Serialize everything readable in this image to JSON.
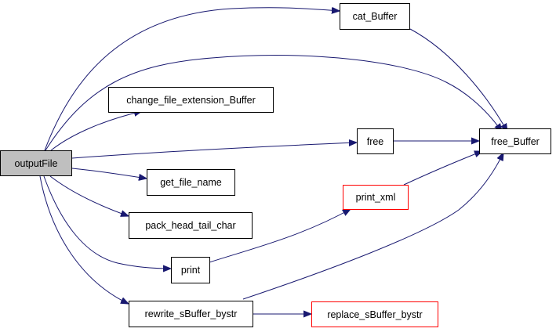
{
  "graph": {
    "nodes": {
      "outputFile": {
        "label": "outputFile",
        "style": "root"
      },
      "cat_Buffer": {
        "label": "cat_Buffer",
        "style": "normal"
      },
      "change_file_extension_Buffer": {
        "label": "change_file_extension_Buffer",
        "style": "normal"
      },
      "free": {
        "label": "free",
        "style": "normal"
      },
      "free_Buffer": {
        "label": "free_Buffer",
        "style": "normal"
      },
      "get_file_name": {
        "label": "get_file_name",
        "style": "normal"
      },
      "print_xml": {
        "label": "print_xml",
        "style": "red"
      },
      "pack_head_tail_char": {
        "label": "pack_head_tail_char",
        "style": "normal"
      },
      "print": {
        "label": "print",
        "style": "normal"
      },
      "rewrite_sBuffer_bystr": {
        "label": "rewrite_sBuffer_bystr",
        "style": "normal"
      },
      "replace_sBuffer_bystr": {
        "label": "replace_sBuffer_bystr",
        "style": "red"
      }
    },
    "edges": [
      [
        "outputFile",
        "cat_Buffer"
      ],
      [
        "outputFile",
        "free_Buffer"
      ],
      [
        "outputFile",
        "change_file_extension_Buffer"
      ],
      [
        "outputFile",
        "free"
      ],
      [
        "outputFile",
        "get_file_name"
      ],
      [
        "outputFile",
        "pack_head_tail_char"
      ],
      [
        "outputFile",
        "print"
      ],
      [
        "outputFile",
        "rewrite_sBuffer_bystr"
      ],
      [
        "cat_Buffer",
        "free_Buffer"
      ],
      [
        "free",
        "free_Buffer"
      ],
      [
        "print_xml",
        "free_Buffer"
      ],
      [
        "print",
        "print_xml"
      ],
      [
        "rewrite_sBuffer_bystr",
        "free_Buffer"
      ],
      [
        "rewrite_sBuffer_bystr",
        "replace_sBuffer_bystr"
      ]
    ]
  }
}
